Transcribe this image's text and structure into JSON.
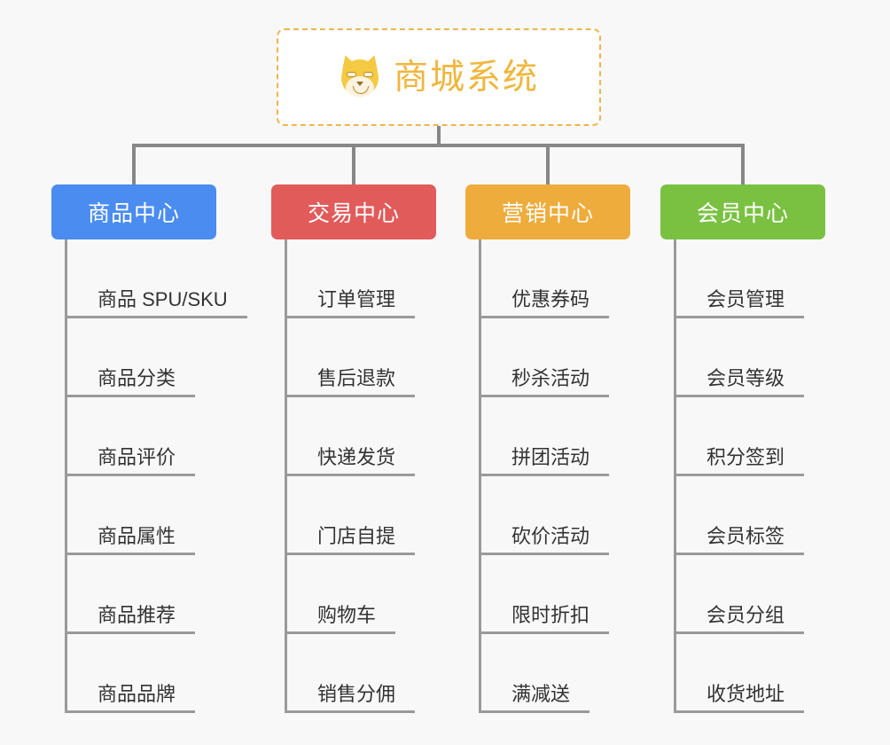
{
  "page": {
    "background_color": "#f8f8f8",
    "type": "organization-chart"
  },
  "root": {
    "title": "商城系统",
    "icon": "dog-face-icon",
    "text_color": "#f0b63d",
    "border_color": "#edb552",
    "background_color": "#ffffff"
  },
  "connector": {
    "color": "#878787"
  },
  "columns": [
    {
      "id": "product-center",
      "label": "商品中心",
      "color": "#4a8cf0",
      "items": [
        {
          "label": "商品 SPU/SKU"
        },
        {
          "label": "商品分类"
        },
        {
          "label": "商品评价"
        },
        {
          "label": "商品属性"
        },
        {
          "label": "商品推荐"
        },
        {
          "label": "商品品牌"
        }
      ]
    },
    {
      "id": "trade-center",
      "label": "交易中心",
      "color": "#e25b5b",
      "items": [
        {
          "label": "订单管理"
        },
        {
          "label": "售后退款"
        },
        {
          "label": "快递发货"
        },
        {
          "label": "门店自提"
        },
        {
          "label": "购物车"
        },
        {
          "label": "销售分佣"
        }
      ]
    },
    {
      "id": "marketing-center",
      "label": "营销中心",
      "color": "#eeac3c",
      "items": [
        {
          "label": "优惠券码"
        },
        {
          "label": "秒杀活动"
        },
        {
          "label": "拼团活动"
        },
        {
          "label": "砍价活动"
        },
        {
          "label": "限时折扣"
        },
        {
          "label": "满减送"
        }
      ]
    },
    {
      "id": "member-center",
      "label": "会员中心",
      "color": "#7ac142",
      "items": [
        {
          "label": "会员管理"
        },
        {
          "label": "会员等级"
        },
        {
          "label": "积分签到"
        },
        {
          "label": "会员标签"
        },
        {
          "label": "会员分组"
        },
        {
          "label": "收货地址"
        }
      ]
    }
  ]
}
